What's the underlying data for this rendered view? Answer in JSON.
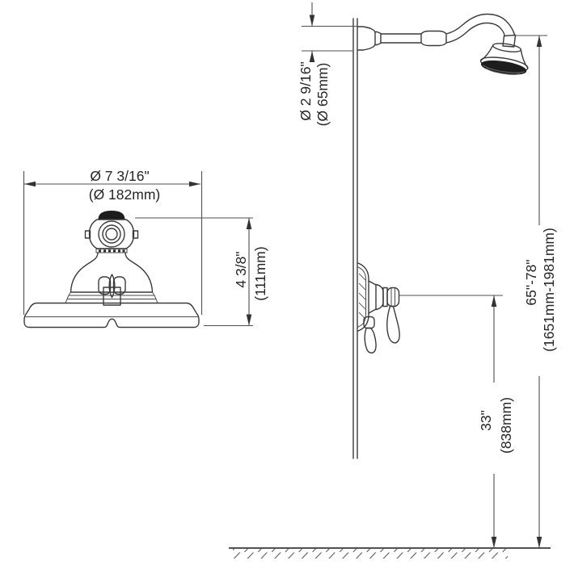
{
  "drawing": {
    "front_view": {
      "diameter": {
        "imperial": "Ø 7 3/16\"",
        "metric": "(Ø 182mm)"
      },
      "height": {
        "imperial": "4 3/8\"",
        "metric": "(111mm)"
      }
    },
    "side_view": {
      "escutcheon_diameter": {
        "imperial": "Ø 2 9/16\"",
        "metric": "(Ø 65mm)"
      },
      "install_height": {
        "imperial": "65\"-78\"",
        "metric": "(1651mm-1981mm)"
      },
      "valve_height": {
        "imperial": "33\"",
        "metric": "(838mm)"
      }
    }
  },
  "colors": {
    "background": "#ffffff",
    "part_line": "#3a3a3a",
    "dimension_line": "#4f4f4f",
    "text": "#262626",
    "dark_fill": "#1d1d1d"
  }
}
